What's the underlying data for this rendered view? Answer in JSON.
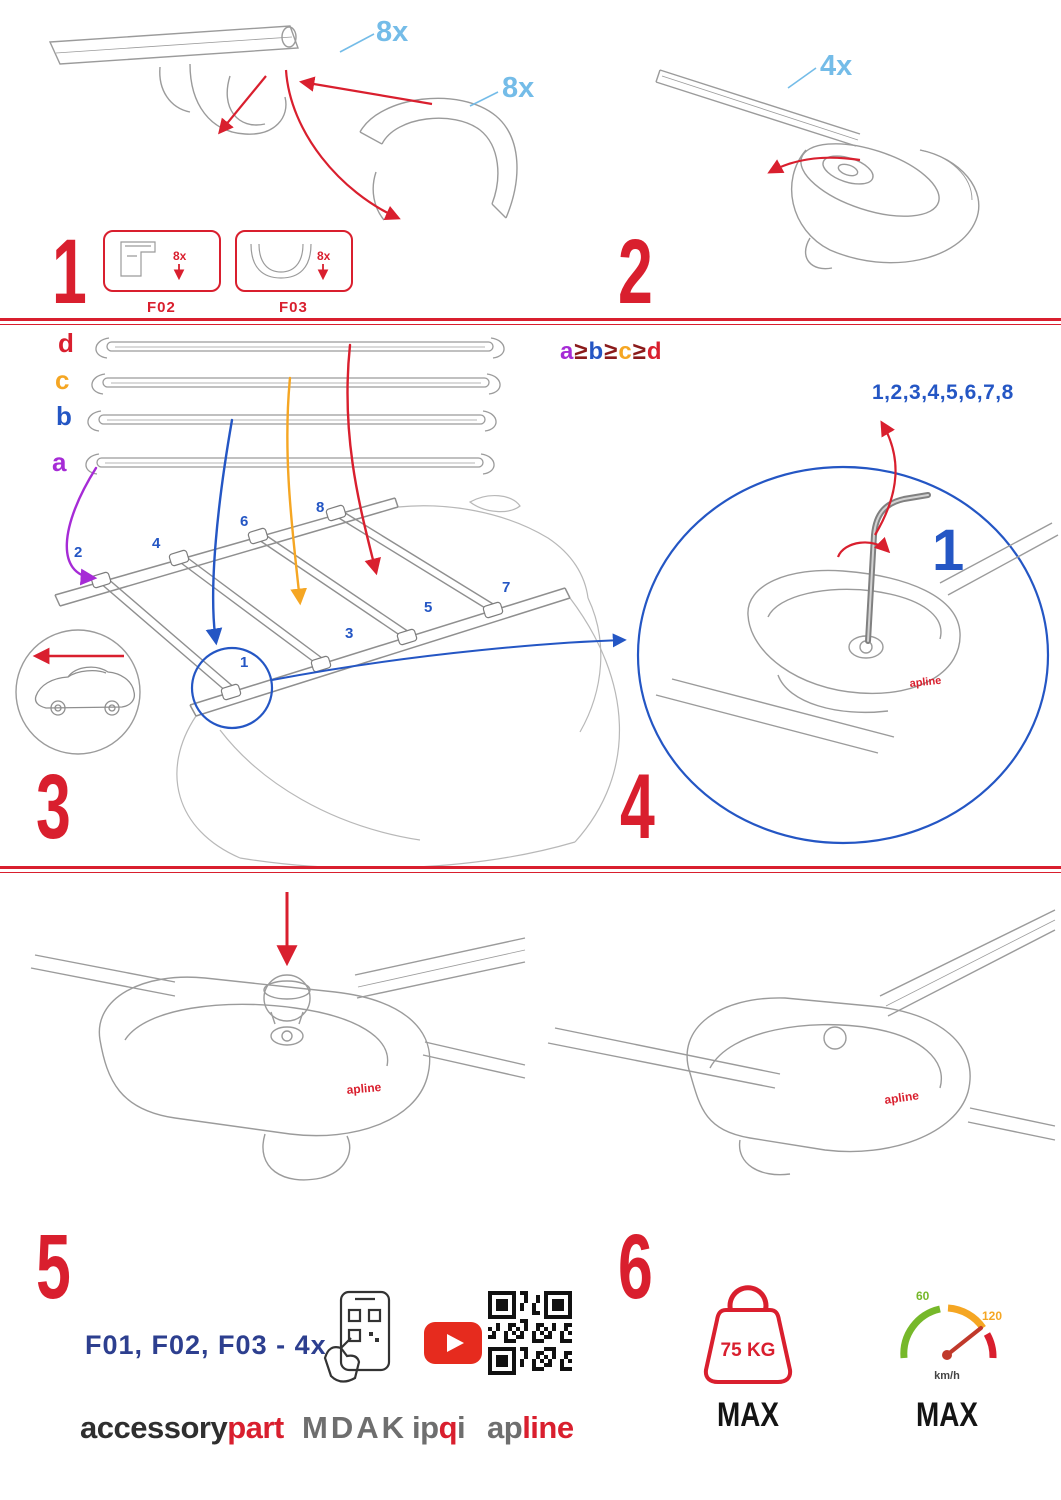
{
  "colors": {
    "accent_red": "#d91f2e",
    "blue": "#2456c4",
    "light_blue": "#74bce8",
    "orange": "#f5a623",
    "purple": "#a62bd6",
    "green": "#76b82a"
  },
  "step1": {
    "number": "1",
    "qty_cap": "8x",
    "qty_cover": "8x",
    "box_f02": {
      "code": "F02",
      "qty": "8x"
    },
    "box_f03": {
      "code": "F03",
      "qty": "8x"
    }
  },
  "step2": {
    "number": "2",
    "qty": "4x"
  },
  "step3": {
    "number": "3",
    "bars": {
      "a": "a",
      "b": "b",
      "c": "c",
      "d": "d"
    },
    "formula": {
      "a": "a",
      "ge1": "≥",
      "b": "b",
      "ge2": "≥",
      "c": "c",
      "ge3": "≥",
      "d": "d"
    },
    "positions": {
      "p1": "1",
      "p2": "2",
      "p3": "3",
      "p4": "4",
      "p5": "5",
      "p6": "6",
      "p7": "7",
      "p8": "8"
    }
  },
  "step4": {
    "number": "4",
    "sequence": "1,2,3,4,5,6,7,8",
    "highlight": "1",
    "logo": "apline"
  },
  "step5": {
    "number": "5",
    "logo": "apline"
  },
  "step6": {
    "number": "6",
    "logo": "apline"
  },
  "footer": {
    "parts_line": "F01, F02, F03 - 4x",
    "brands": {
      "accessory": "accessory",
      "part": "part",
      "mdak": "MDAK",
      "ip": "ip",
      "q": "q",
      "i": "i",
      "ap": "ap",
      "line": "line"
    },
    "weight": {
      "value": "75 KG",
      "max": "MAX"
    },
    "speed": {
      "low": "60",
      "high": "120",
      "unit": "km/h",
      "max": "MAX"
    }
  }
}
